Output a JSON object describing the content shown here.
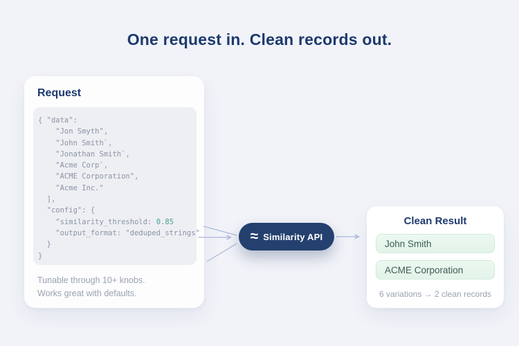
{
  "page": {
    "title": "One request in. Clean records out."
  },
  "colors": {
    "background": "#f1f3f8",
    "title_navy": "#1d3a6e",
    "pill_navy": "#24406e",
    "code_block_gray": "#edeff3",
    "code_text_gray": "#8b93a6",
    "code_value_teal": "#4ba092",
    "chip_mint": "#e7f6ec",
    "chip_text_green": "#3e5c54",
    "arrow_periwinkle": "#aab8dc",
    "muted_text": "#9aa2b2"
  },
  "request_card": {
    "heading": "Request",
    "code_before": "{ \"data\":\n    \"Jon Smyth\",\n    \"John Smith`,\n    \"Jonathan Smith`,\n    \"Acme Corp`,\n    \"ACME Corporation\",\n    \"Acme Inc.\"\n  ],\n  \"config\": {\n    \"similarity_threshold: ",
    "code_value": "0.85",
    "code_after": "\n    \"output_format: \"deduped_strings\"\n  }\n}",
    "footnote_line1": "Tunable through 10+ knobs.",
    "footnote_line2": "Works great with defaults."
  },
  "api_node": {
    "icon": "≈",
    "label": "Similarity API"
  },
  "result_card": {
    "heading": "Clean Result",
    "items": [
      "John Smith",
      "ACME Corporation"
    ],
    "summary": "6 variations → 2 clean records"
  }
}
